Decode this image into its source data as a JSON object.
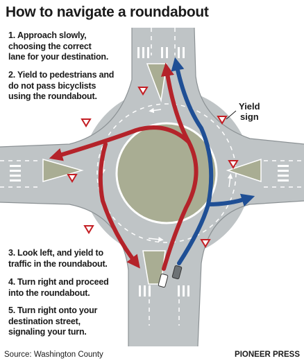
{
  "title": "How to navigate a roundabout",
  "steps": [
    {
      "num": "1.",
      "lines": [
        "Approach slowly,",
        "choosing the correct",
        "lane for your destination."
      ]
    },
    {
      "num": "2.",
      "lines": [
        "Yield to pedestrians and",
        "do not pass bicyclists",
        "using the roundabout."
      ]
    },
    {
      "num": "3.",
      "lines": [
        "Look left, and yield to",
        "traffic in the roundabout."
      ]
    },
    {
      "num": "4.",
      "lines": [
        "Turn right and proceed",
        "into the roundabout."
      ]
    },
    {
      "num": "5.",
      "lines": [
        "Turn right onto your",
        "destination street,",
        "signaling your turn."
      ]
    }
  ],
  "callout": {
    "line1": "Yield",
    "line2": "sign"
  },
  "source": "Source: Washington County",
  "credit": "PIONEER PRESS",
  "colors": {
    "road": "#bfc4c6",
    "island": "#a9ad93",
    "red_path": "#b4232a",
    "blue_path": "#1f4f95",
    "yield_border": "#c41e24"
  }
}
